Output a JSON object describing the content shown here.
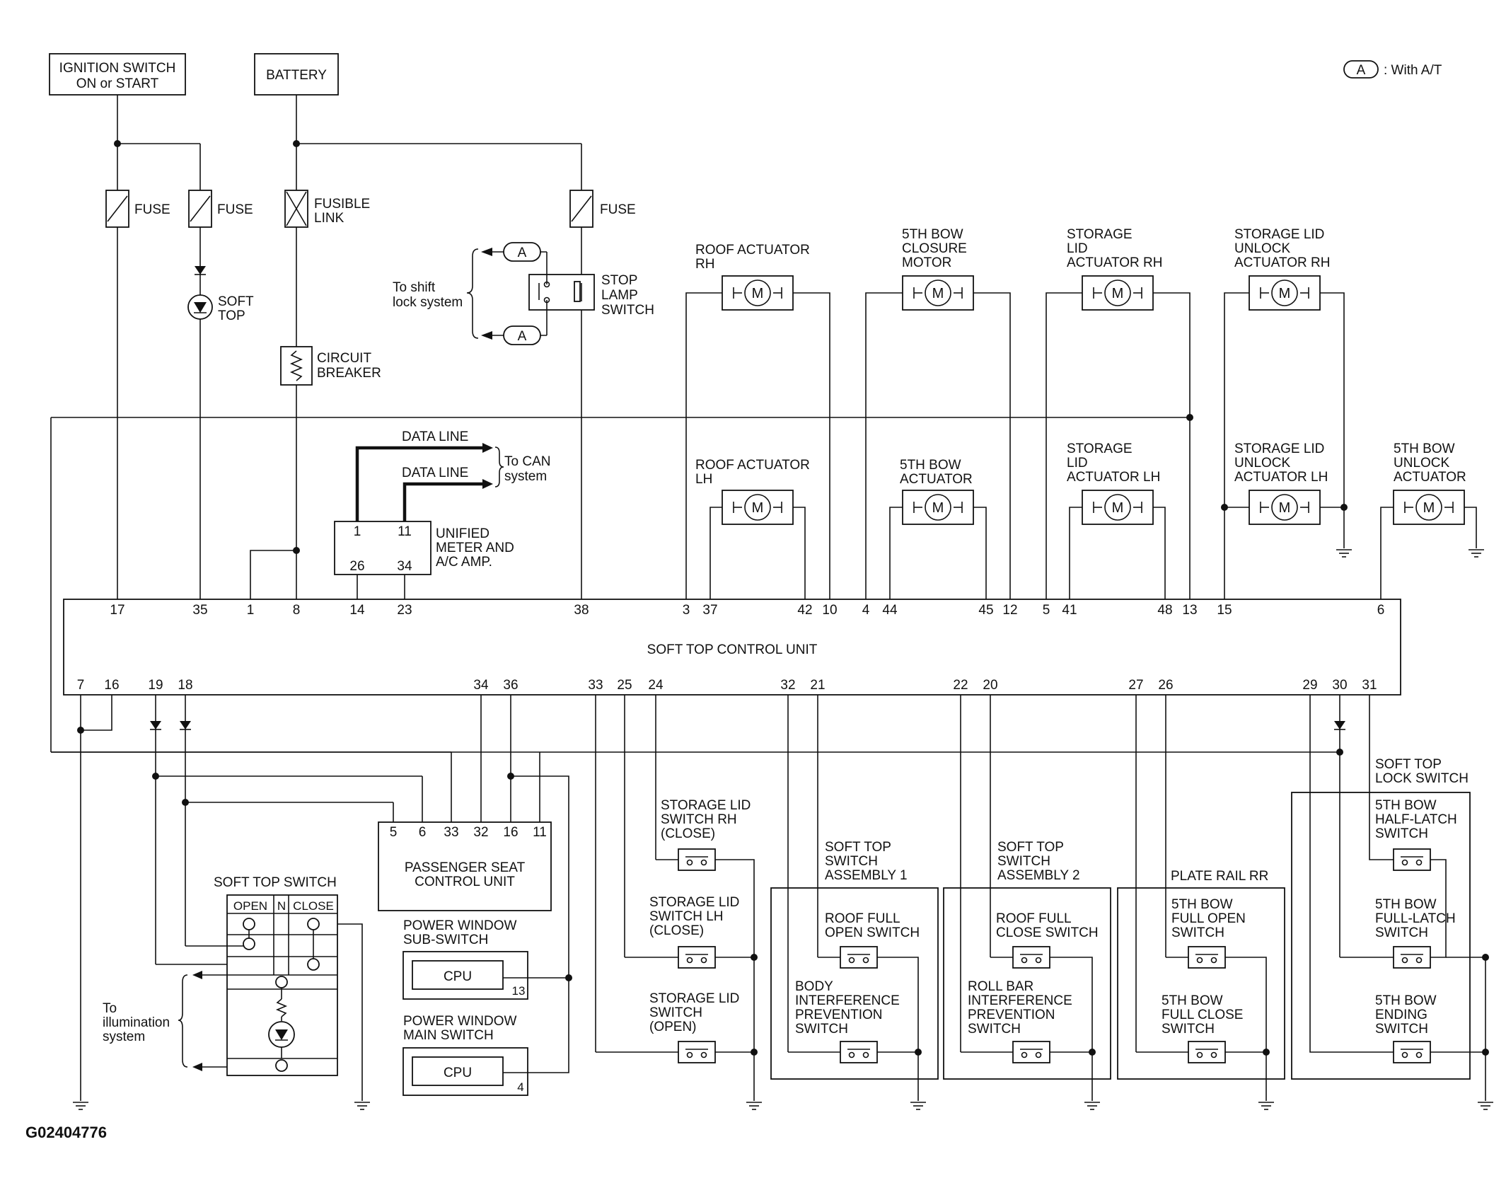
{
  "power": {
    "ignition_line1": "IGNITION SWITCH",
    "ignition_line2": "ON or START",
    "battery": "BATTERY",
    "fuse": "FUSE",
    "fusible_link_1": "FUSIBLE",
    "fusible_link_2": "LINK",
    "circuit_breaker_1": "CIRCUIT",
    "circuit_breaker_2": "BREAKER",
    "soft_top_lamp_1": "SOFT",
    "soft_top_lamp_2": "TOP"
  },
  "legend": {
    "symbol": "A",
    "text": ": With A/T"
  },
  "stop_lamp": {
    "to_shift_1": "To shift",
    "to_shift_2": "lock system",
    "connector": "A",
    "label_1": "STOP",
    "label_2": "LAMP",
    "label_3": "SWITCH"
  },
  "can": {
    "data_line": "DATA LINE",
    "to_can_1": "To CAN",
    "to_can_2": "system"
  },
  "meter": {
    "label_1": "UNIFIED",
    "label_2": "METER AND",
    "label_3": "A/C AMP.",
    "pins": [
      "1",
      "11",
      "26",
      "34"
    ]
  },
  "actuators": {
    "roof_rh": [
      "ROOF ACTUATOR",
      "RH"
    ],
    "bow_closure": [
      "5TH BOW",
      "CLOSURE",
      "MOTOR"
    ],
    "lid_rh": [
      "STORAGE",
      "LID",
      "ACTUATOR RH"
    ],
    "unlock_rh": [
      "STORAGE LID",
      "UNLOCK",
      "ACTUATOR RH"
    ],
    "roof_lh": [
      "ROOF ACTUATOR",
      "LH"
    ],
    "bow_act": [
      "5TH BOW",
      "ACTUATOR"
    ],
    "lid_lh": [
      "STORAGE",
      "LID",
      "ACTUATOR LH"
    ],
    "unlock_lh": [
      "STORAGE LID",
      "UNLOCK",
      "ACTUATOR LH"
    ],
    "bow_unlock": [
      "5TH BOW",
      "UNLOCK",
      "ACTUATOR"
    ]
  },
  "control_unit": {
    "title": "SOFT TOP CONTROL UNIT",
    "top_pins": [
      "17",
      "35",
      "1",
      "8",
      "14",
      "23",
      "38",
      "3",
      "37",
      "42",
      "10",
      "4",
      "44",
      "45",
      "12",
      "5",
      "41",
      "48",
      "13",
      "15",
      "6"
    ],
    "bottom_pins": [
      "7",
      "16",
      "19",
      "18",
      "34",
      "36",
      "33",
      "25",
      "24",
      "32",
      "21",
      "22",
      "20",
      "27",
      "26",
      "29",
      "30",
      "31"
    ]
  },
  "passenger_seat": {
    "pins": [
      "5",
      "6",
      "33",
      "32",
      "16",
      "11"
    ],
    "label_1": "PASSENGER SEAT",
    "label_2": "CONTROL UNIT"
  },
  "soft_top_switch": {
    "title": "SOFT TOP SWITCH",
    "open": "OPEN",
    "n": "N",
    "close": "CLOSE",
    "to_illum_1": "To",
    "to_illum_2": "illumination",
    "to_illum_3": "system"
  },
  "power_window": {
    "sub_1": "POWER WINDOW",
    "sub_2": "SUB-SWITCH",
    "main_1": "POWER WINDOW",
    "main_2": "MAIN SWITCH",
    "cpu": "CPU",
    "pin_sub": "13",
    "pin_main": "4"
  },
  "switches": {
    "lid_rh": [
      "STORAGE LID",
      "SWITCH RH",
      "(CLOSE)"
    ],
    "lid_lh": [
      "STORAGE LID",
      "SWITCH LH",
      "(CLOSE)"
    ],
    "lid_open": [
      "STORAGE LID",
      "SWITCH",
      "(OPEN)"
    ],
    "assy1": [
      "SOFT TOP",
      "SWITCH",
      "ASSEMBLY 1"
    ],
    "roof_full_open": [
      "ROOF FULL",
      "OPEN SWITCH"
    ],
    "body_interf": [
      "BODY",
      "INTERFERENCE",
      "PREVENTION",
      "SWITCH"
    ],
    "assy2": [
      "SOFT TOP",
      "SWITCH",
      "ASSEMBLY 2"
    ],
    "roof_full_close": [
      "ROOF FULL",
      "CLOSE SWITCH"
    ],
    "rollbar_interf": [
      "ROLL BAR",
      "INTERFERENCE",
      "PREVENTION",
      "SWITCH"
    ],
    "plate_rail": "PLATE RAIL RR",
    "bow_full_open": [
      "5TH BOW",
      "FULL OPEN",
      "SWITCH"
    ],
    "bow_full_close": [
      "5TH BOW",
      "FULL CLOSE",
      "SWITCH"
    ],
    "lock_switch": [
      "SOFT TOP",
      "LOCK SWITCH"
    ],
    "bow_half_latch": [
      "5TH BOW",
      "HALF-LATCH",
      "SWITCH"
    ],
    "bow_full_latch": [
      "5TH BOW",
      "FULL-LATCH",
      "SWITCH"
    ],
    "bow_ending": [
      "5TH BOW",
      "ENDING",
      "SWITCH"
    ]
  },
  "code": "G02404776"
}
